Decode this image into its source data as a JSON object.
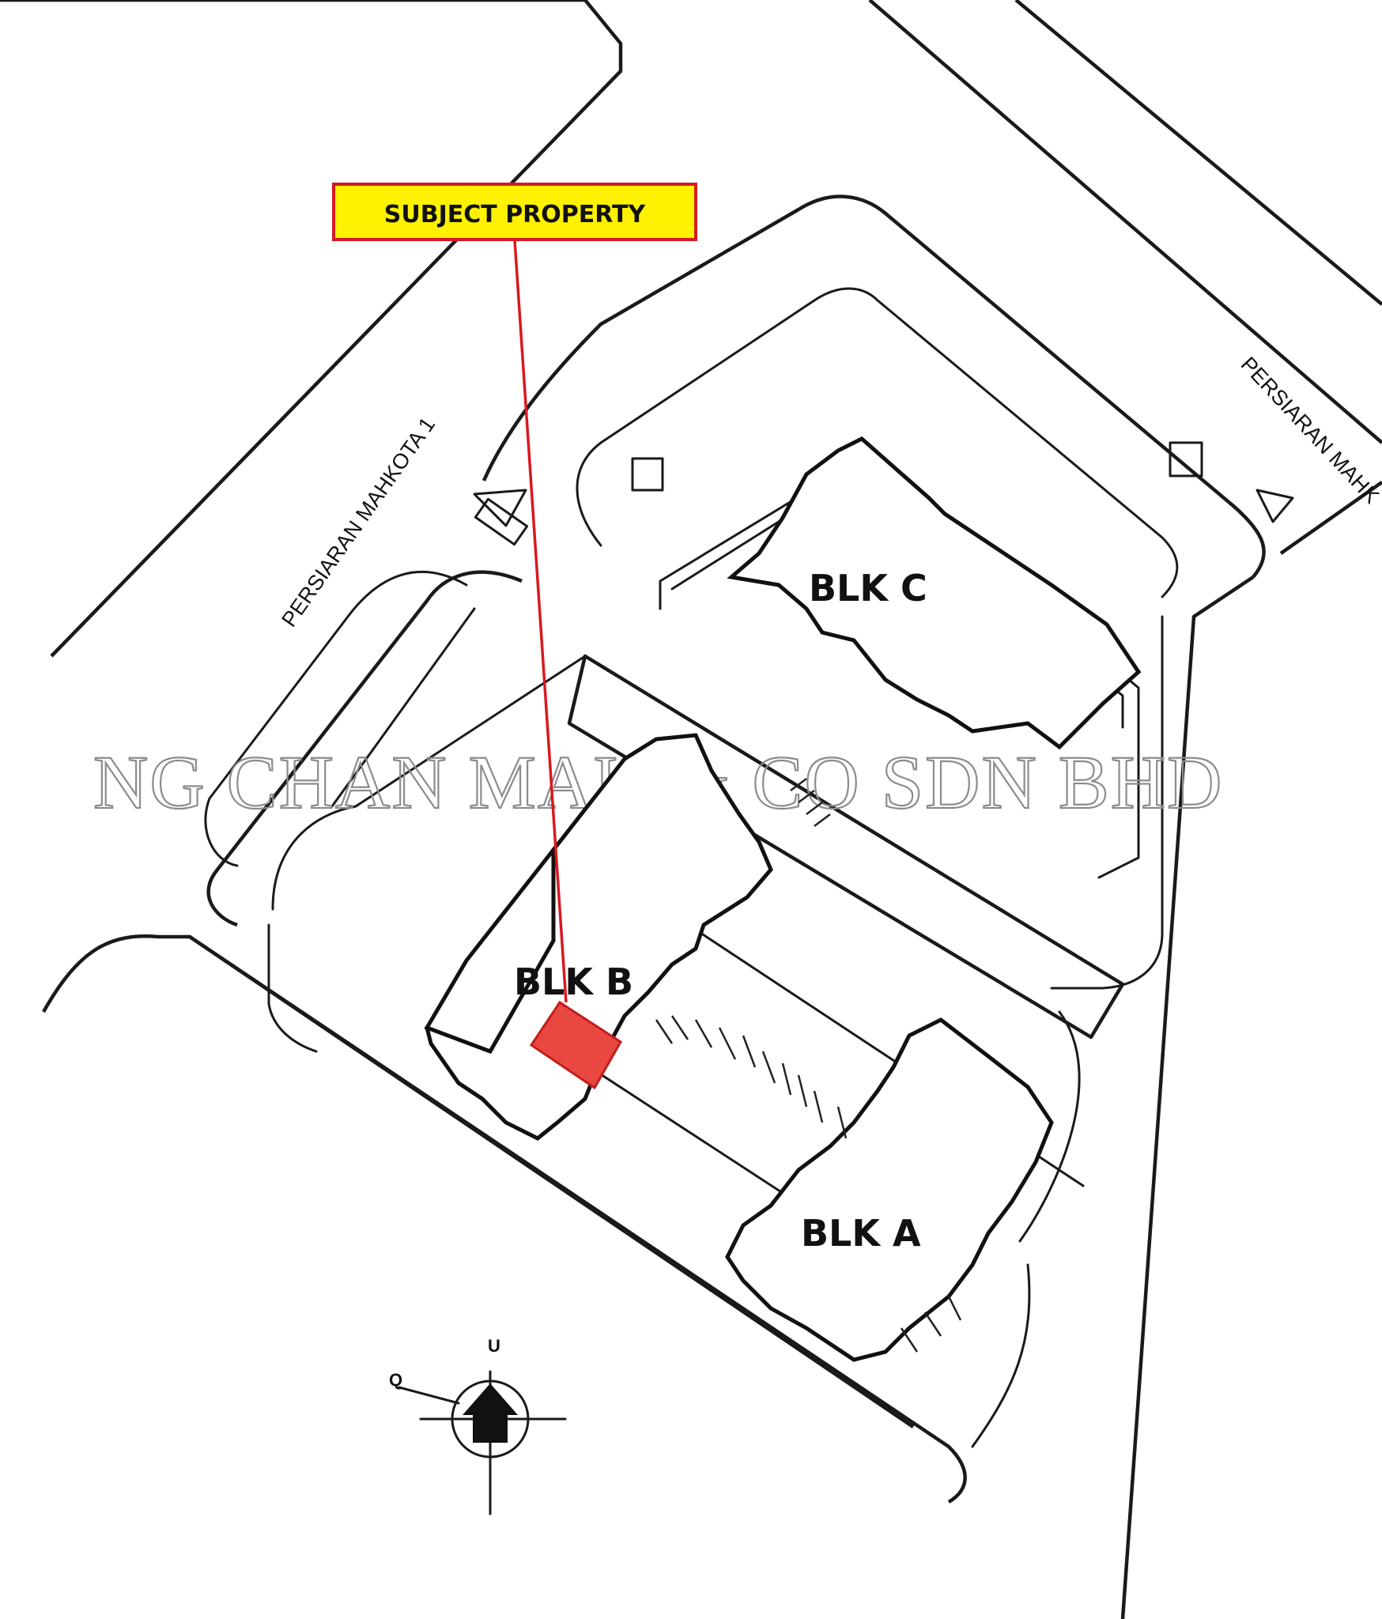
{
  "callout": {
    "label": "SUBJECT PROPERTY",
    "fill": "#fff200",
    "border": "#d71920"
  },
  "roads": {
    "left": "PERSIARAN MAHKOTA 1",
    "right": "PERSIARAN MAHK"
  },
  "blocks": {
    "a": "BLK A",
    "b": "BLK B",
    "c": "BLK C"
  },
  "subject_marker": {
    "fill": "#e8483f",
    "stroke": "#c21d1d"
  },
  "watermark": "NG CHAN MAU & CO SDN BHD",
  "compass": {
    "north": "U",
    "west": "Q",
    "icon": "north-arrow-icon"
  }
}
